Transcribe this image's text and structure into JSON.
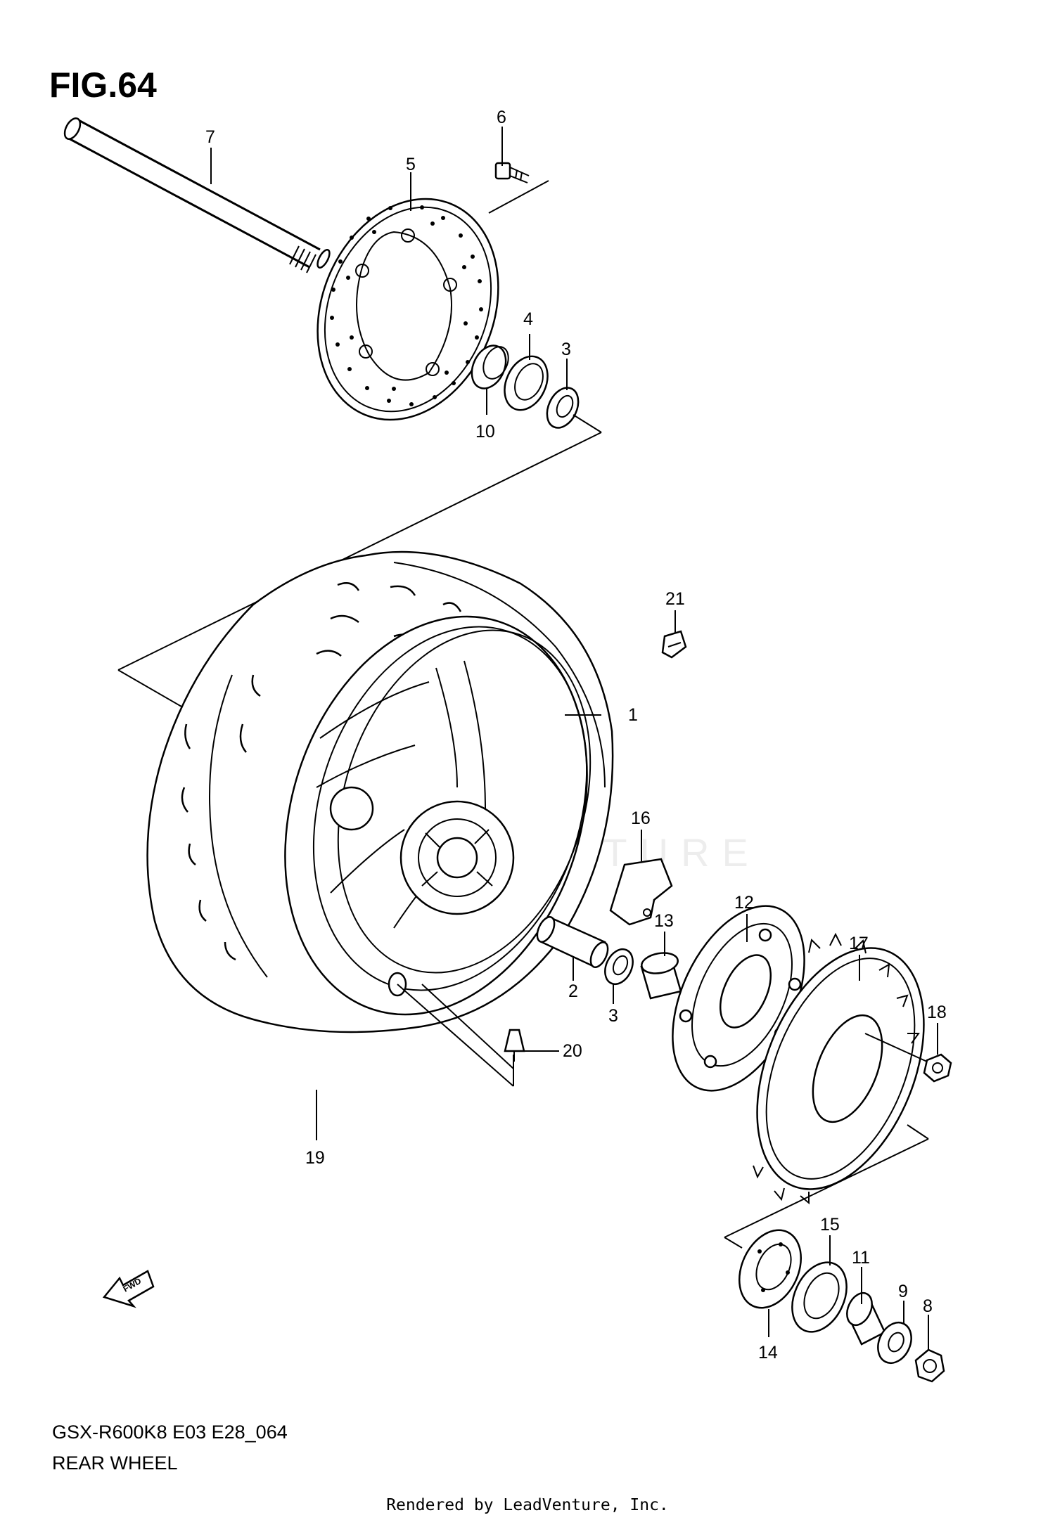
{
  "figure": {
    "title": "FIG.64",
    "model_code": "GSX-R600K8 E03 E28_064",
    "section_name": "REAR WHEEL",
    "watermark": "LEADVENTURE",
    "footer": "Rendered by LeadVenture, Inc.",
    "fwd_arrow_text": "FWD"
  },
  "callouts": [
    "1",
    "2",
    "3",
    "3",
    "4",
    "5",
    "6",
    "7",
    "8",
    "9",
    "10",
    "11",
    "12",
    "13",
    "14",
    "15",
    "16",
    "17",
    "18",
    "19",
    "20",
    "21"
  ]
}
